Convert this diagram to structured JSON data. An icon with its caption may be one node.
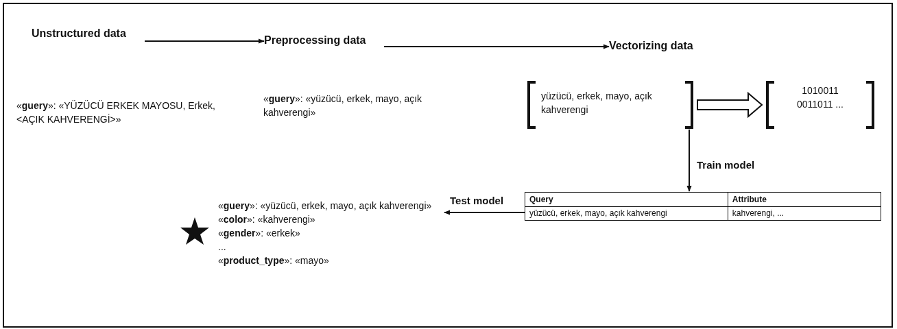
{
  "diagram": {
    "nodes": [
      {
        "text": [
          "Unstructured data"
        ]
      },
      {
        "text": [
          "Preprocessing data"
        ]
      },
      {
        "text": [
          "Vectorizing data"
        ]
      },
      {
        "text": [
          "yüzücü, erkek, mayo, açık kahverengi"
        ]
      },
      {
        "text": [
          "1010011 0011011 ..."
        ]
      },
      {
        "text": [
          "Query",
          "Attribute",
          "yüzücü, erkek, mayo, açık kahverengi",
          "kahverengi, ..."
        ]
      },
      {
        "text": [
          "«**guery**»: «yüzücü, erkek, mayo, açık kahverengi»",
          "«**color**»: «kahverengi»",
          "«**gender**»: «erkek»",
          "...",
          "«**product_type**»: «mayo»"
        ]
      }
    ],
    "edges": [
      {
        "from": 0,
        "to": 1,
        "arrow": "to"
      },
      {
        "from": 1,
        "to": 2,
        "arrow": "to"
      },
      {
        "from": 3,
        "to": 4,
        "arrow": "to"
      },
      {
        "from": 3,
        "to": 5,
        "arrow": "to",
        "label": "Train model"
      },
      {
        "from": 5,
        "to": 6,
        "arrow": "to",
        "label": "Test model"
      }
    ],
    "labels": [
      "«**guery**»: «YÜZÜCÜ ERKEK MAYOSU, Erkek, <AÇIK KAHVERENGİ>»",
      "«**guery**»: «yüzücü, erkek, mayo, açık kahverengi»"
    ]
  }
}
